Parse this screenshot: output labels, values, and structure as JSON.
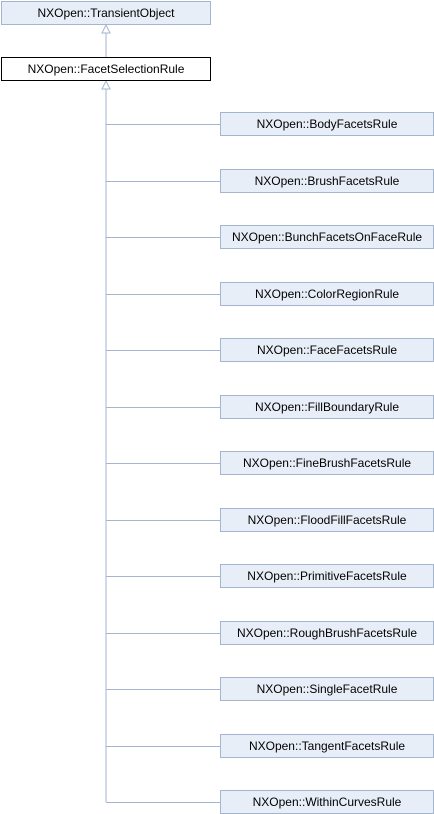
{
  "diagram": {
    "root": {
      "label": "NXOpen::TransientObject"
    },
    "base": {
      "label": "NXOpen::FacetSelectionRule"
    },
    "children": [
      {
        "label": "NXOpen::BodyFacetsRule"
      },
      {
        "label": "NXOpen::BrushFacetsRule"
      },
      {
        "label": "NXOpen::BunchFacetsOnFaceRule"
      },
      {
        "label": "NXOpen::ColorRegionRule"
      },
      {
        "label": "NXOpen::FaceFacetsRule"
      },
      {
        "label": "NXOpen::FillBoundaryRule"
      },
      {
        "label": "NXOpen::FineBrushFacetsRule"
      },
      {
        "label": "NXOpen::FloodFillFacetsRule"
      },
      {
        "label": "NXOpen::PrimitiveFacetsRule"
      },
      {
        "label": "NXOpen::RoughBrushFacetsRule"
      },
      {
        "label": "NXOpen::SingleFacetRule"
      },
      {
        "label": "NXOpen::TangentFacetsRule"
      },
      {
        "label": "NXOpen::WithinCurvesRule"
      }
    ],
    "colors": {
      "edge": "#a4b6cf",
      "node_fill": "#e8eef7",
      "node_border": "#a4b6cf",
      "highlight_border": "#000000"
    }
  }
}
